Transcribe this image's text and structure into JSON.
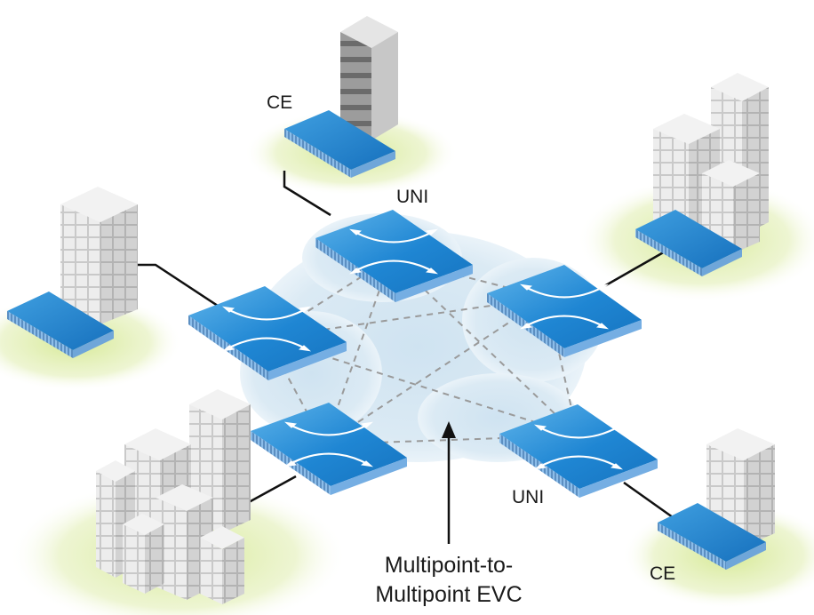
{
  "labels": {
    "ce_top": "CE",
    "uni_top": "UNI",
    "uni_bottom": "UNI",
    "ce_bottom": "CE"
  },
  "caption": {
    "line1": "Multipoint-to-",
    "line2": "Multipoint EVC"
  },
  "colors": {
    "switch_top": "#1e88d6",
    "switch_top_light": "#55aee6",
    "switch_side": "#7ab3e6",
    "cloud": "#d7e8f3",
    "grass": "#d9ea9a",
    "building_light": "#ececec",
    "building_shade": "#c6c6c6",
    "dashed_link": "#9b9b9b",
    "access_link": "#111111"
  },
  "icons": {
    "switch": "four-way-arrow-switch-icon",
    "customer_edge": "flat-router-icon",
    "site": "building-icon"
  }
}
